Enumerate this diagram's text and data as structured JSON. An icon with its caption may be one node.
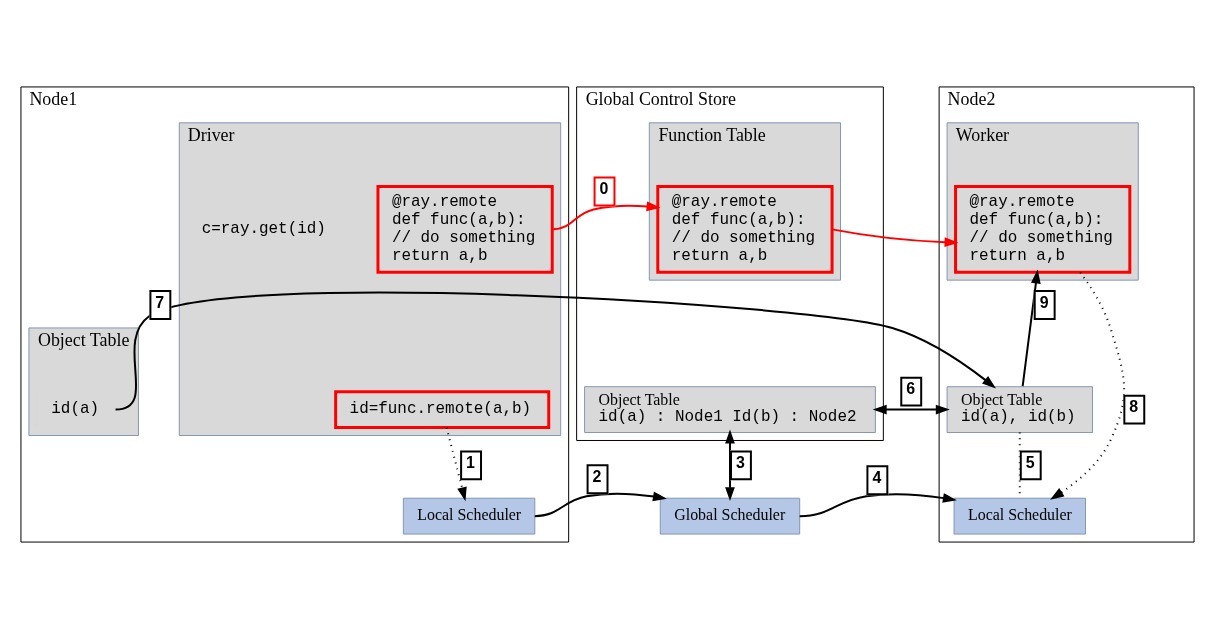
{
  "diagram": {
    "nodes": [
      {
        "text": [
          "Node1"
        ]
      },
      {
        "text": [
          "Driver"
        ],
        "in": 0
      },
      {
        "text": [
          "@ray.remote",
          "def func(a,b):",
          "// do something",
          "return a,b"
        ],
        "in": 1
      },
      {
        "text": [
          "id=func.remote(a,b)"
        ],
        "in": 1
      },
      {
        "text": [
          "c=ray.get(id)"
        ],
        "in": 1
      },
      {
        "text": [
          "Object Table"
        ],
        "in": 0
      },
      {
        "text": [
          "id(a)"
        ],
        "in": 5
      },
      {
        "text": [
          "Local Scheduler"
        ],
        "in": 0
      },
      {
        "text": [
          "Global Control Store"
        ]
      },
      {
        "text": [
          "Function Table"
        ],
        "in": 8
      },
      {
        "text": [
          "@ray.remote",
          "def func(a,b):",
          "// do something",
          "return a,b"
        ],
        "in": 9
      },
      {
        "text": [
          "Object Table",
          "id(a) : Node1 Id(b) : Node2"
        ],
        "in": 8
      },
      {
        "text": [
          "Global Scheduler"
        ]
      },
      {
        "text": [
          "Node2"
        ]
      },
      {
        "text": [
          "Worker"
        ],
        "in": 13
      },
      {
        "text": [
          "@ray.remote",
          "def func(a,b):",
          "// do something",
          "return a,b"
        ],
        "in": 14
      },
      {
        "text": [
          "Object Table",
          "id(a), id(b)"
        ],
        "in": 13
      },
      {
        "text": [
          "Local Scheduler"
        ],
        "in": 13
      }
    ],
    "edges": [
      {
        "from": 2,
        "to": 10,
        "arrow": "to",
        "label": "0",
        "color": "#ff0000"
      },
      {
        "from": 10,
        "to": 15,
        "arrow": "to",
        "color": "#ff0000"
      },
      {
        "from": 3,
        "to": 7,
        "arrow": "to",
        "label": "1",
        "style": "dashed"
      },
      {
        "from": 7,
        "to": 12,
        "arrow": "to",
        "label": "2"
      },
      {
        "from": 11,
        "to": 12,
        "arrow": "both",
        "label": "3"
      },
      {
        "from": 12,
        "to": 17,
        "arrow": "to",
        "label": "4"
      },
      {
        "from": 16,
        "to": 17,
        "arrow": "none",
        "label": "5",
        "style": "dashed"
      },
      {
        "from": 11,
        "to": 16,
        "arrow": "both",
        "label": "6"
      },
      {
        "from": 6,
        "to": 16,
        "arrow": "to",
        "label": "7"
      },
      {
        "from": 15,
        "to": 17,
        "arrow": "to",
        "label": "8",
        "style": "dashed"
      },
      {
        "from": 16,
        "to": 15,
        "arrow": "to",
        "label": "9"
      }
    ]
  }
}
